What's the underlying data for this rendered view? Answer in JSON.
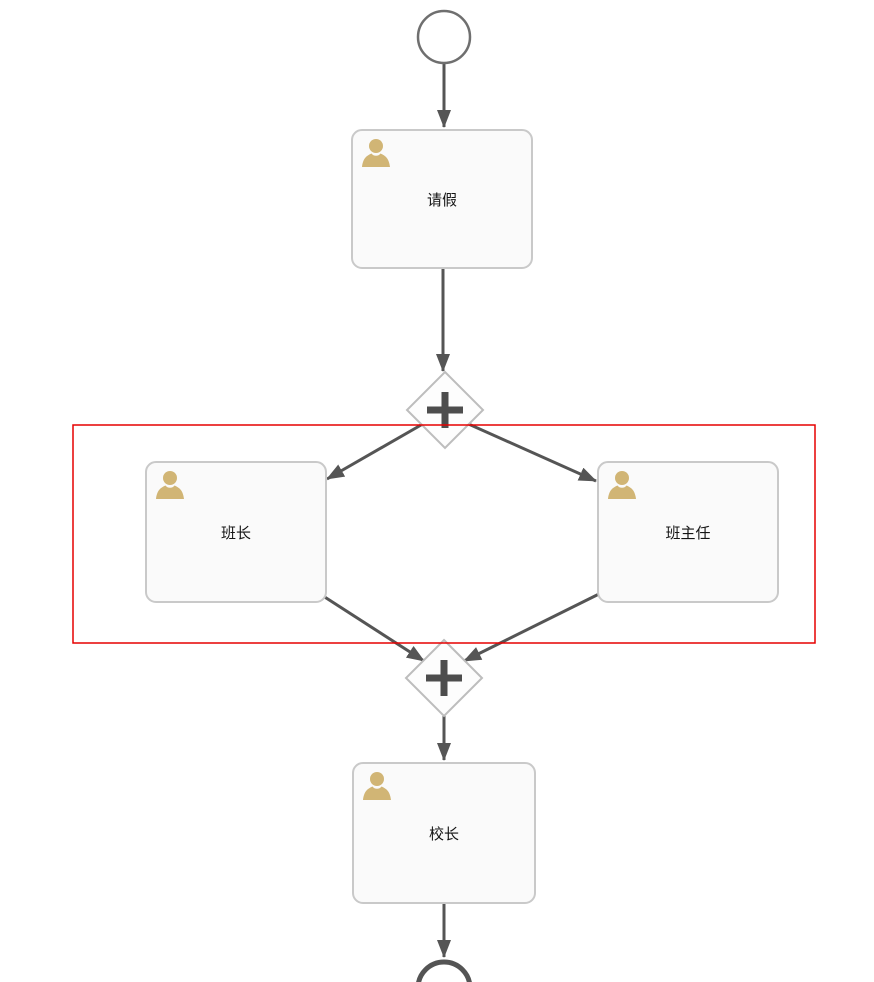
{
  "flow": {
    "start_event": {
      "type": "start"
    },
    "tasks": [
      {
        "type": "user-task",
        "label": "请假"
      },
      {
        "type": "user-task",
        "label": "班长"
      },
      {
        "type": "user-task",
        "label": "班主任"
      },
      {
        "type": "user-task",
        "label": "校长"
      }
    ],
    "gateways": [
      {
        "type": "parallel",
        "symbol": "+"
      },
      {
        "type": "parallel",
        "symbol": "+"
      }
    ],
    "end_event": {
      "type": "end"
    }
  },
  "colors": {
    "background": "#ffffff",
    "task_fill": "#fafafa",
    "task_border": "#c9c9c9",
    "gateway_border": "#bdbdbd",
    "connector": "#555555",
    "user_icon": "#d1b575",
    "label_text": "#141414",
    "highlight": "#e60000"
  }
}
